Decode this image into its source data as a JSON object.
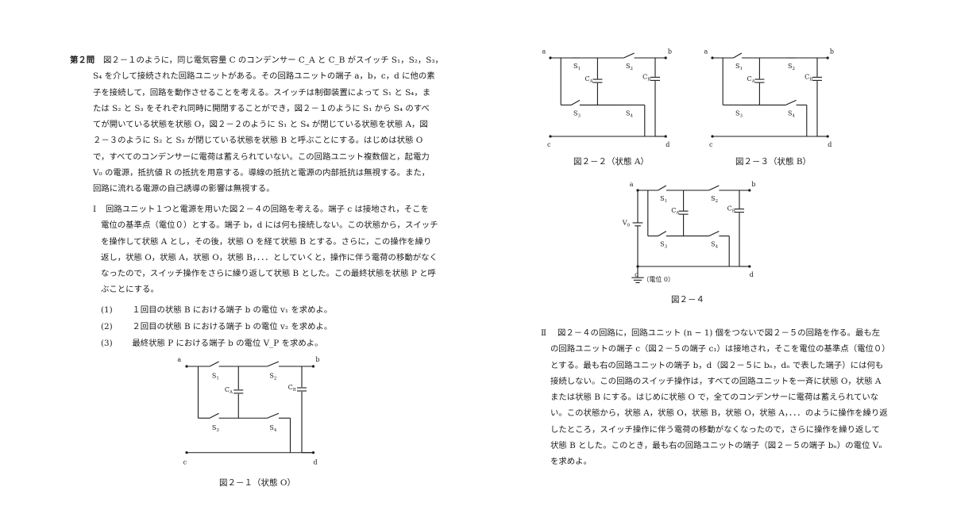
{
  "problem": {
    "label": "第２問",
    "intro_lines": [
      "図２－１のように，同じ電気容量 C のコンデンサー C_A と C_B がスイッチ S₁，S₂，S₃，",
      "S₄ を介して接続された回路ユニットがある。その回路ユニットの端子 a，b，c，d に他の素",
      "子を接続して，回路を動作させることを考える。スイッチは制御装置によって S₁ と S₄，ま",
      "たは S₂ と S₃ をそれぞれ同時に開閉することができ，図２－１のように S₁ から S₄ のすべ",
      "てが開いている状態を状態 O，図２－２のように S₁ と S₄ が閉じている状態を状態 A，図",
      "２－３のように S₂ と S₃ が閉じている状態を状態 B と呼ぶことにする。はじめは状態 O",
      "で，すべてのコンデンサーに電荷は蓄えられていない。この回路ユニット複数個と，起電力",
      "V₀ の電源，抵抗値 R の抵抗を用意する。導線の抵抗と電源の内部抵抗は無視する。また，",
      "回路に流れる電源の自己誘導の影響は無視する。"
    ]
  },
  "part1": {
    "label": "Ⅰ",
    "lines": [
      "回路ユニット１つと電源を用いた図２－４の回路を考える。端子 c は接地され，そこを",
      "電位の基準点（電位０）とする。端子 b，d には何も接続しない。この状態から，スイッチ",
      "を操作して状態 A とし，その後，状態 O を経て状態 B とする。さらに，この操作を繰り",
      "返し，状態 O，状態 A，状態 O，状態 B，．．．としていくと，操作に伴う電荷の移動がなく",
      "なったので，スイッチ操作をさらに繰り返して状態 B とした。この最終状態を状態 P と呼",
      "ぶことにする。"
    ],
    "questions": [
      {
        "num": "(1)",
        "text": "１回目の状態 B における端子 b の電位 v₁ を求めよ。"
      },
      {
        "num": "(2)",
        "text": "２回目の状態 B における端子 b の電位 v₂ を求めよ。"
      },
      {
        "num": "(3)",
        "text": "最終状態 P における端子 b の電位 V_P を求めよ。"
      }
    ]
  },
  "part2": {
    "label": "Ⅱ",
    "lines": [
      "図２－４の回路に，回路ユニット (n − 1) 個をつないで図２－５の回路を作る。最も左",
      "の回路ユニットの端子 c（図２－５の端子 c₁）は接地され，そこを電位の基準点（電位０）",
      "とする。最も右の回路ユニットの端子 b，d（図２－５に bₙ，dₙ で表した端子）には何も",
      "接続しない。この回路のスイッチ操作は，すべての回路ユニットを一斉に状態 O，状態 A",
      "または状態 B にする。はじめに状態 O で，全てのコンデンサーに電荷は蓄えられていな",
      "い。この状態から，状態 A，状態 O，状態 B，状態 O，状態 A，．．．のように操作を繰り返",
      "したところ，スイッチ操作に伴う電荷の移動がなくなったので，さらに操作を繰り返して",
      "状態 B とした。このとき，最も右の回路ユニットの端子（図２－５の端子 bₙ）の電位 Vₙ",
      "を求めよ。"
    ]
  },
  "figures": {
    "fig1_caption": "図２－１（状態 O）",
    "fig2_caption": "図２－２（状態 A）",
    "fig3_caption": "図２－３（状態 B）",
    "fig4_caption": "図２－４",
    "ground_label": "（電位 0）",
    "labels": {
      "a": "a",
      "b": "b",
      "c": "c",
      "d": "d",
      "S": "S",
      "C": "C",
      "V": "V",
      "sub1": "1",
      "sub2": "2",
      "sub3": "3",
      "sub4": "4",
      "subA": "A",
      "subB": "B",
      "sub0": "0"
    }
  }
}
